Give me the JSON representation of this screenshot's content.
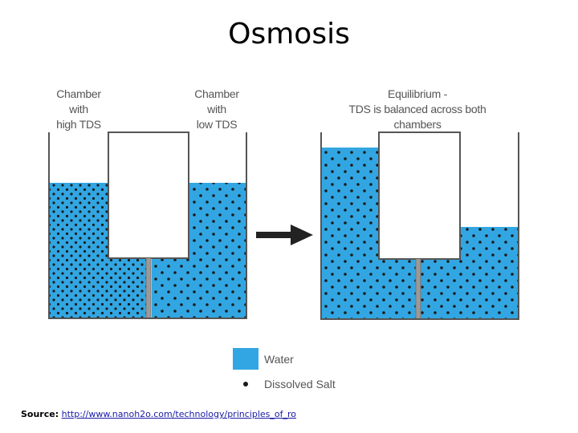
{
  "title": "Osmosis",
  "labels": {
    "high_chamber": "Chamber\nwith\nhigh TDS",
    "low_chamber": "Chamber\nwith\nlow TDS",
    "equilibrium": "Equilibrium -\nTDS is balanced across both\nchambers"
  },
  "legend": {
    "water": "Water",
    "salt": "Dissolved Salt"
  },
  "source": {
    "prefix": "Source:",
    "link": "http://www.nanoh2o.com/technology/principles_of_ro"
  },
  "colors": {
    "water": "#32a6e2",
    "salt": "#1b1b1b",
    "container": "#555555",
    "membrane": "#9a9a9a",
    "arrow": "#222222"
  }
}
